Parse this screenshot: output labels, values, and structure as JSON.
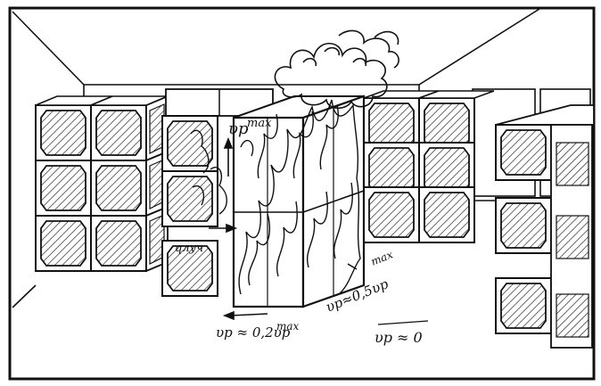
{
  "labels": {
    "v_max": "υp",
    "v_max_sup": "max",
    "q_label": "qлуч",
    "v_half": "υp≈0,5υp",
    "v_half_sup": "max",
    "v_fifth": "υp ≈ 0,2υp",
    "v_fifth_sup": "max",
    "v_zero": "υp ≈ 0"
  },
  "colors": {
    "ink": "#111111",
    "paper": "#ffffff"
  }
}
